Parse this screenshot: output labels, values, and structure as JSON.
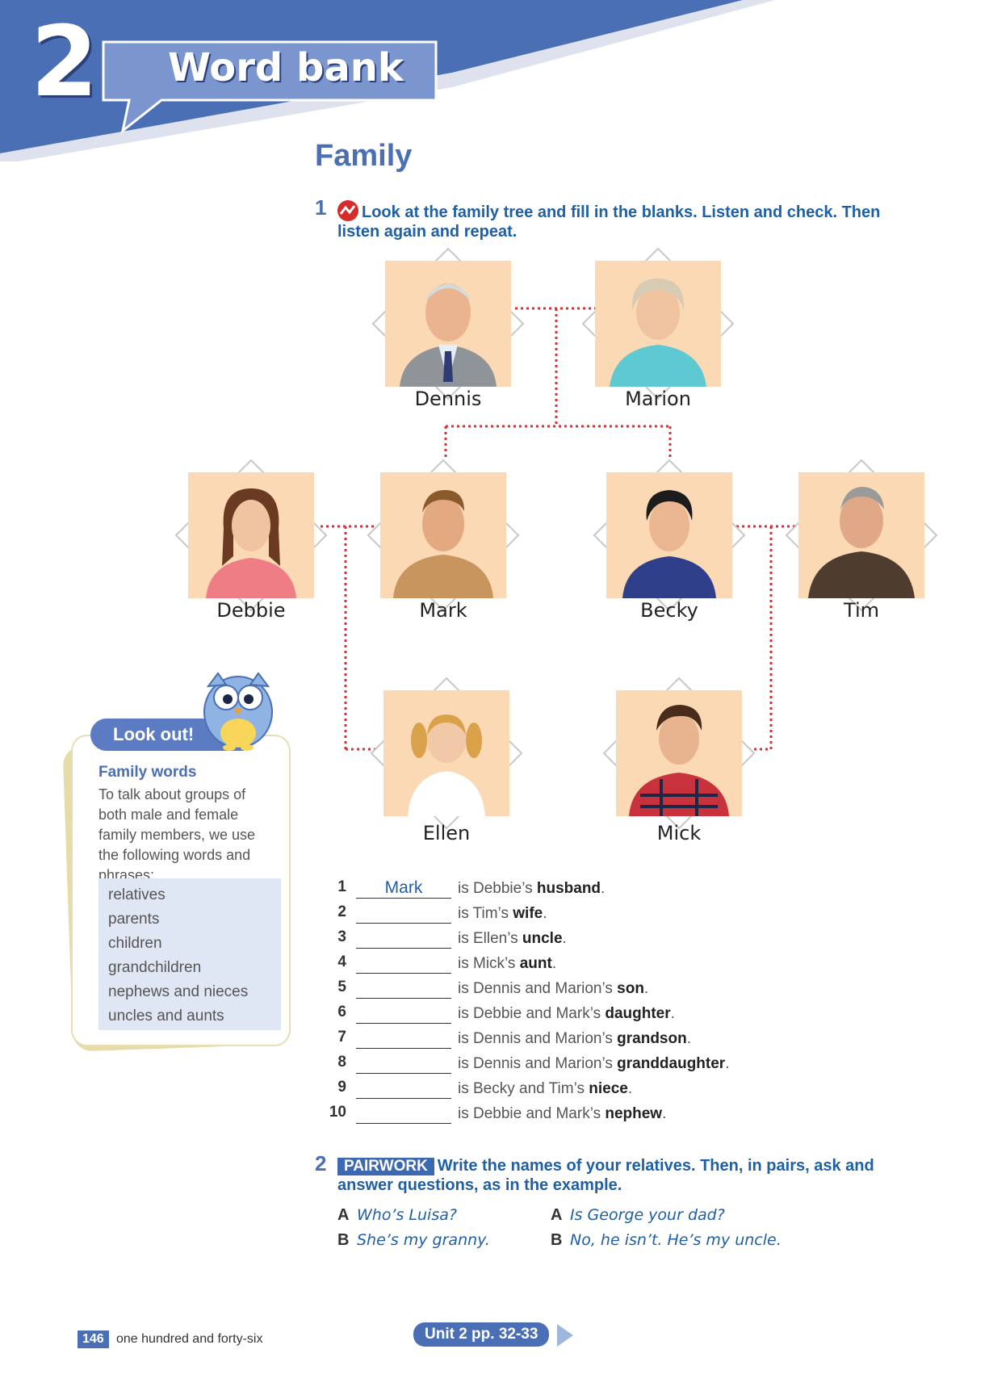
{
  "header": {
    "unit_number": "2",
    "title": "Word bank"
  },
  "section": {
    "title": "Family"
  },
  "exercise1": {
    "number": "1",
    "instruction": "Look at the family tree and fill in the blanks. Listen and check. Then listen again and repeat."
  },
  "family": {
    "dennis": "Dennis",
    "marion": "Marion",
    "debbie": "Debbie",
    "mark": "Mark",
    "becky": "Becky",
    "tim": "Tim",
    "ellen": "Ellen",
    "mick": "Mick"
  },
  "lookout": {
    "tab": "Look out!",
    "heading": "Family words",
    "text": "To talk about groups of both male and female family members, we use the following words and phrases:",
    "words": [
      "relatives",
      "parents",
      "children",
      "grandchildren",
      "nephews and nieces",
      "uncles and aunts"
    ]
  },
  "sentences": [
    {
      "num": "1",
      "answer": "Mark",
      "before": "is Debbie’s ",
      "bold": "husband",
      "after": "."
    },
    {
      "num": "2",
      "answer": "",
      "before": "is Tim’s ",
      "bold": "wife",
      "after": "."
    },
    {
      "num": "3",
      "answer": "",
      "before": "is Ellen’s ",
      "bold": "uncle",
      "after": "."
    },
    {
      "num": "4",
      "answer": "",
      "before": "is Mick’s ",
      "bold": "aunt",
      "after": "."
    },
    {
      "num": "5",
      "answer": "",
      "before": "is Dennis and Marion’s ",
      "bold": "son",
      "after": "."
    },
    {
      "num": "6",
      "answer": "",
      "before": "is Debbie and Mark’s ",
      "bold": "daughter",
      "after": "."
    },
    {
      "num": "7",
      "answer": "",
      "before": "is Dennis and Marion’s ",
      "bold": "grandson",
      "after": "."
    },
    {
      "num": "8",
      "answer": "",
      "before": "is Dennis and Marion’s ",
      "bold": "granddaughter",
      "after": "."
    },
    {
      "num": "9",
      "answer": "",
      "before": "is Becky and Tim’s ",
      "bold": "niece",
      "after": "."
    },
    {
      "num": "10",
      "answer": "",
      "before": "is Debbie and Mark’s ",
      "bold": "nephew",
      "after": "."
    }
  ],
  "exercise2": {
    "number": "2",
    "tag": "PAIRWORK",
    "instruction": "Write the names of your relatives. Then, in pairs, ask and answer questions, as in the example.",
    "dialog_left": [
      {
        "speaker": "A",
        "line": "Who’s Luisa?"
      },
      {
        "speaker": "B",
        "line": "She’s my granny."
      }
    ],
    "dialog_right": [
      {
        "speaker": "A",
        "line": "Is George your dad?"
      },
      {
        "speaker": "B",
        "line": "No, he isn’t. He’s my uncle."
      }
    ]
  },
  "footer": {
    "page_number": "146",
    "page_words": "one hundred and forty-six",
    "unit_ref": "Unit 2 pp. 32-33"
  },
  "colors": {
    "banner": "#4a6fb5",
    "accent": "#1f5fa6",
    "tree_line": "#d0343a",
    "photo_bg": "#fbd9b4"
  }
}
